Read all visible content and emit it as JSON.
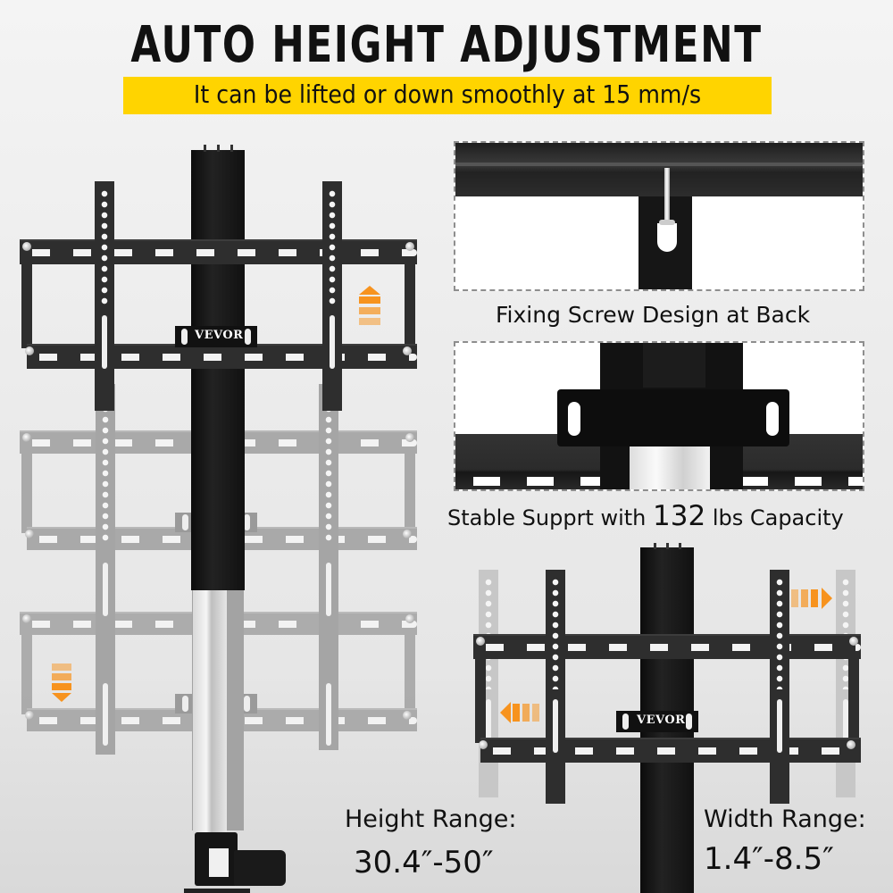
{
  "header": {
    "title": "AUTO HEIGHT ADJUSTMENT",
    "subtitle": "It can be lifted or down smoothly at 15 mm/s",
    "subtitle_bg_color": "#ffd400"
  },
  "brand": {
    "logo_text": "VEVOR"
  },
  "main_product": {
    "description": "TV lift bracket shown at three heights (top position dark, lower positions faded)",
    "up_arrow_icon": "arrow-up-icon",
    "down_arrow_icon": "arrow-down-icon",
    "accent_color": "#f7931e"
  },
  "callouts": [
    {
      "id": "fixing-screw",
      "caption": "Fixing Screw Design at Back"
    },
    {
      "id": "stable-support",
      "caption_prefix": "Stable Supprt with ",
      "caption_number": "132",
      "caption_suffix": " lbs Capacity"
    }
  ],
  "width_demo": {
    "left_arrow_icon": "arrow-left-icon",
    "right_arrow_icon": "arrow-right-icon"
  },
  "specs": {
    "height": {
      "label": "Height Range:",
      "value": "30.4″-50″"
    },
    "width": {
      "label": "Width Range:",
      "value": "1.4″-8.5″"
    }
  }
}
